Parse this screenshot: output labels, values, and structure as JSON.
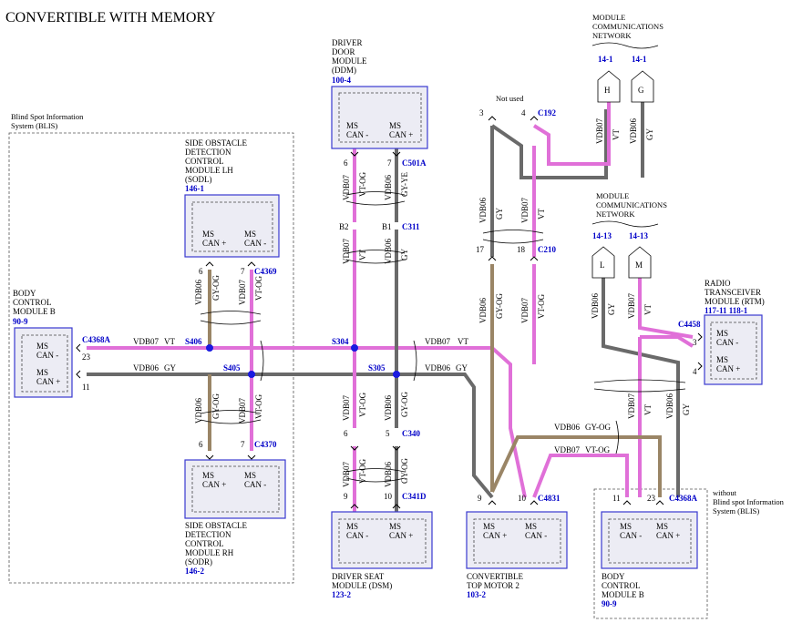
{
  "title": "CONVERTIBLE WITH MEMORY",
  "blis_region": {
    "line1": "Blind Spot Information",
    "line2": "System (BLIS)"
  },
  "without_blis": {
    "line1": "without",
    "line2": "Blind spot Information",
    "line3": "System (BLIS)"
  },
  "not_used": "Not used",
  "modules": {
    "ddm": {
      "name": [
        "DRIVER",
        "DOOR",
        "MODULE",
        "(DDM)"
      ],
      "ref": "100-4",
      "pins": [
        "MS\nCAN -",
        "MS\nCAN +"
      ]
    },
    "sodl": {
      "name": [
        "SIDE OBSTACLE",
        "DETECTION",
        "CONTROL",
        "MODULE LH",
        "(SODL)"
      ],
      "ref": "146-1"
    },
    "sodr": {
      "name": [
        "SIDE OBSTACLE",
        "DETECTION",
        "CONTROL",
        "MODULE RH",
        "(SODR)"
      ],
      "ref": "146-2"
    },
    "bcm_left": {
      "name": [
        "BODY",
        "CONTROL",
        "MODULE B"
      ],
      "ref": "90-9"
    },
    "bcm_right": {
      "name": [
        "BODY",
        "CONTROL",
        "MODULE B"
      ],
      "ref": "90-9"
    },
    "dsm": {
      "name": [
        "DRIVER SEAT",
        "MODULE (DSM)"
      ],
      "ref": "123-2"
    },
    "ctm": {
      "name": [
        "CONVERTIBLE",
        "TOP MOTOR 2"
      ],
      "ref": "103-2"
    },
    "rtm": {
      "name": [
        "RADIO",
        "TRANSCEIVER",
        "MODULE (RTM)"
      ],
      "ref": "117-11  118-1"
    },
    "mcn_top": {
      "name": [
        "MODULE",
        "COMMUNICATIONS",
        "NETWORK"
      ],
      "refs": [
        "14-1",
        "14-1"
      ],
      "letters": [
        "H",
        "G"
      ]
    },
    "mcn_mid": {
      "name": [
        "MODULE",
        "COMMUNICATIONS",
        "NETWORK"
      ],
      "refs": [
        "14-13",
        "14-13"
      ],
      "letters": [
        "L",
        "M"
      ]
    }
  },
  "labels": {
    "ms_can_minus": [
      "MS",
      "CAN -"
    ],
    "ms_can_plus": [
      "MS",
      "CAN +"
    ]
  },
  "connectors": {
    "c4368a": "C4368A",
    "c4369": "C4369",
    "c4370": "C4370",
    "c501a": "C501A",
    "c311": "C311",
    "c340": "C340",
    "c341d": "C341D",
    "c192": "C192",
    "c210": "C210",
    "c4831": "C4831",
    "c4458": "C4458",
    "c4368a_r": "C4368A"
  },
  "splices": {
    "s406": "S406",
    "s405": "S405",
    "s304": "S304",
    "s305": "S305"
  },
  "wires": {
    "vdb07": "VDB07",
    "vdb06": "VDB06",
    "vt": "VT",
    "gy": "GY",
    "vt_og": "VT-OG",
    "gy_og": "GY-OG",
    "gy_ye": "GY-YE"
  },
  "pins": {
    "p23": "23",
    "p11": "11",
    "p6": "6",
    "p7": "7",
    "b2": "B2",
    "b1": "B1",
    "p5": "5",
    "p9": "9",
    "p10": "10",
    "p3": "3",
    "p4": "4",
    "p17": "17",
    "p18": "18"
  },
  "colors": {
    "vt": "#e070d8",
    "gy": "#6a6a6a",
    "gy_og": "#9a8566",
    "box_border": "#3a3ad0",
    "ref_text": "#0000c8"
  }
}
